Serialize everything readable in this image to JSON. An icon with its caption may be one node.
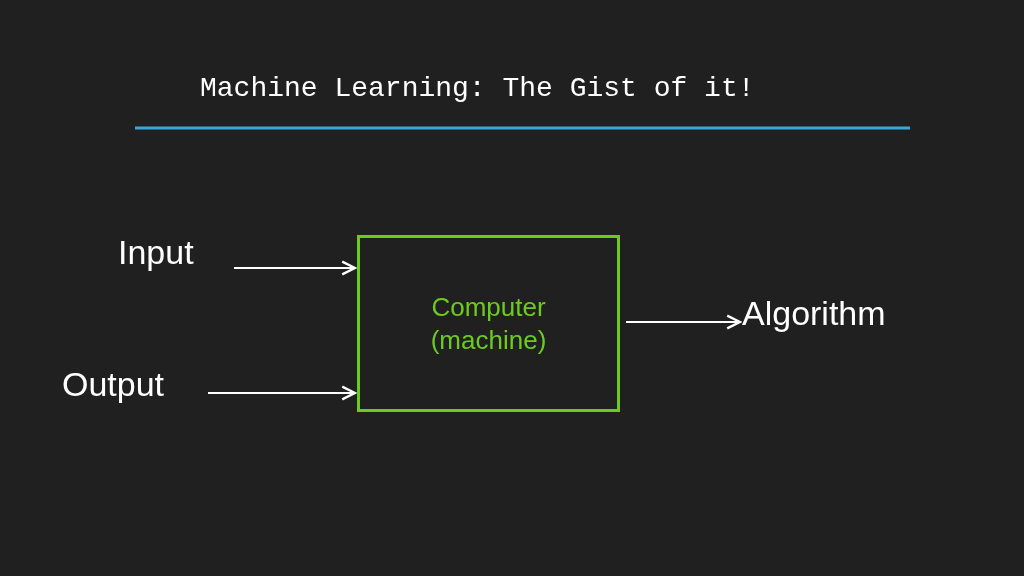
{
  "diagram": {
    "title": "Machine Learning: The Gist of it!",
    "nodes": [
      {
        "text": [
          "Input"
        ]
      },
      {
        "text": [
          "Output"
        ]
      },
      {
        "text": [
          "Computer (machine)"
        ]
      },
      {
        "text": [
          "Algorithm"
        ]
      }
    ],
    "edges": [
      {
        "from": 0,
        "to": 2,
        "arrow": "to"
      },
      {
        "from": 1,
        "to": 2,
        "arrow": "to"
      },
      {
        "from": 2,
        "to": 3,
        "arrow": "to"
      }
    ]
  }
}
